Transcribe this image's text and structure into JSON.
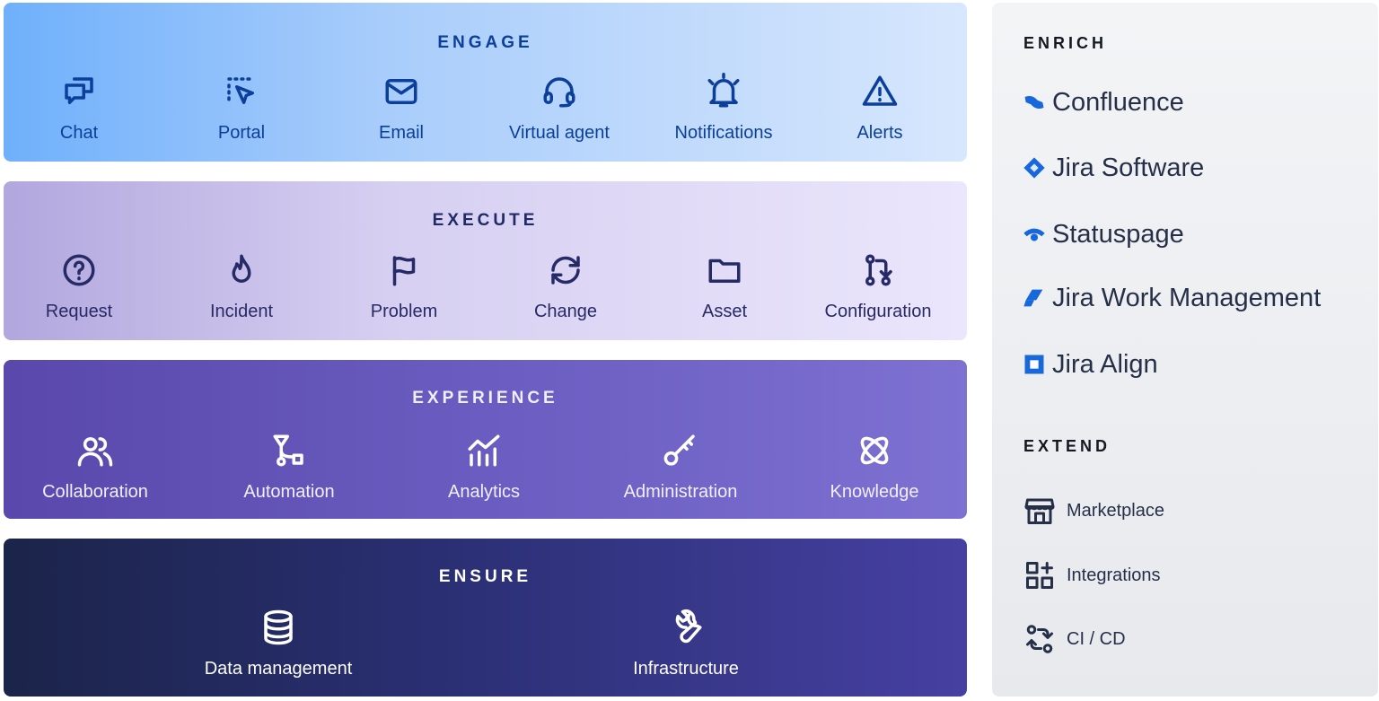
{
  "bands": {
    "engage": {
      "title": "ENGAGE",
      "items": [
        {
          "label": "Chat",
          "icon": "chat-icon"
        },
        {
          "label": "Portal",
          "icon": "portal-icon"
        },
        {
          "label": "Email",
          "icon": "email-icon"
        },
        {
          "label": "Virtual agent",
          "icon": "headset-icon"
        },
        {
          "label": "Notifications",
          "icon": "bell-icon"
        },
        {
          "label": "Alerts",
          "icon": "warning-icon"
        }
      ]
    },
    "execute": {
      "title": "EXECUTE",
      "items": [
        {
          "label": "Request",
          "icon": "question-icon"
        },
        {
          "label": "Incident",
          "icon": "flame-icon"
        },
        {
          "label": "Problem",
          "icon": "flag-icon"
        },
        {
          "label": "Change",
          "icon": "refresh-icon"
        },
        {
          "label": "Asset",
          "icon": "folder-icon"
        },
        {
          "label": "Configuration",
          "icon": "branch-icon"
        }
      ]
    },
    "experience": {
      "title": "EXPERIENCE",
      "items": [
        {
          "label": "Collaboration",
          "icon": "people-icon"
        },
        {
          "label": "Automation",
          "icon": "workflow-icon"
        },
        {
          "label": "Analytics",
          "icon": "analytics-icon"
        },
        {
          "label": "Administration",
          "icon": "key-icon"
        },
        {
          "label": "Knowledge",
          "icon": "atom-icon"
        }
      ]
    },
    "ensure": {
      "title": "ENSURE",
      "items": [
        {
          "label": "Data management",
          "icon": "database-icon"
        },
        {
          "label": "Infrastructure",
          "icon": "wrench-icon"
        }
      ]
    }
  },
  "side": {
    "enrich_title": "ENRICH",
    "products": [
      {
        "label": "Confluence",
        "icon": "confluence-logo"
      },
      {
        "label": "Jira Software",
        "icon": "jira-software-logo"
      },
      {
        "label": "Statuspage",
        "icon": "statuspage-logo"
      },
      {
        "label": "Jira Work Management",
        "icon": "jira-work-management-logo"
      },
      {
        "label": "Jira Align",
        "icon": "jira-align-logo"
      }
    ],
    "extend_title": "EXTEND",
    "extensions": [
      {
        "label": "Marketplace",
        "icon": "storefront-icon"
      },
      {
        "label": "Integrations",
        "icon": "apps-add-icon"
      },
      {
        "label": "CI / CD",
        "icon": "cicd-icon"
      }
    ],
    "brand_color": "#1868db"
  }
}
